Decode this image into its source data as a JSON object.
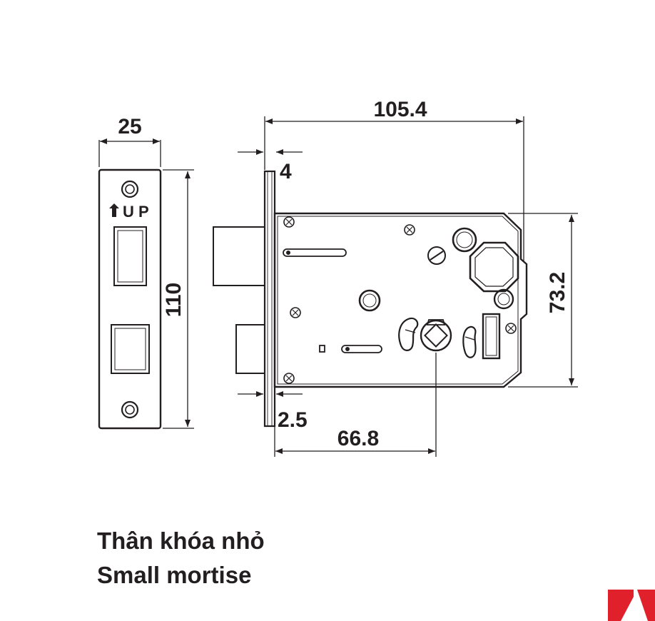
{
  "dimensions": {
    "faceplate_width": "25",
    "faceplate_height": "110",
    "body_depth": "105.4",
    "faceplate_thickness": "4",
    "forend_offset": "2.5",
    "backset": "66.8",
    "body_height": "73.2"
  },
  "faceplate": {
    "up_label": "U P"
  },
  "caption": {
    "vietnamese": "Thân khóa nhỏ",
    "english": "Small mortise"
  },
  "colors": {
    "line": "#231f20",
    "logo": "#e0202b"
  }
}
